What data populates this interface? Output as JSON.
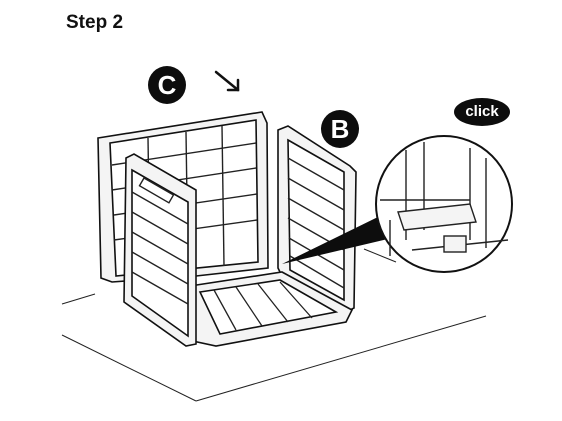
{
  "title": "Step 2",
  "labels": {
    "panel_c": "C",
    "panel_b": "B"
  },
  "callout": {
    "text": "click"
  },
  "colors": {
    "ink": "#0d0d0d",
    "panel_fill": "#f2f2f2",
    "background": "#ffffff"
  },
  "icons": {
    "direction_arrow": "arrow-down-right-icon"
  }
}
